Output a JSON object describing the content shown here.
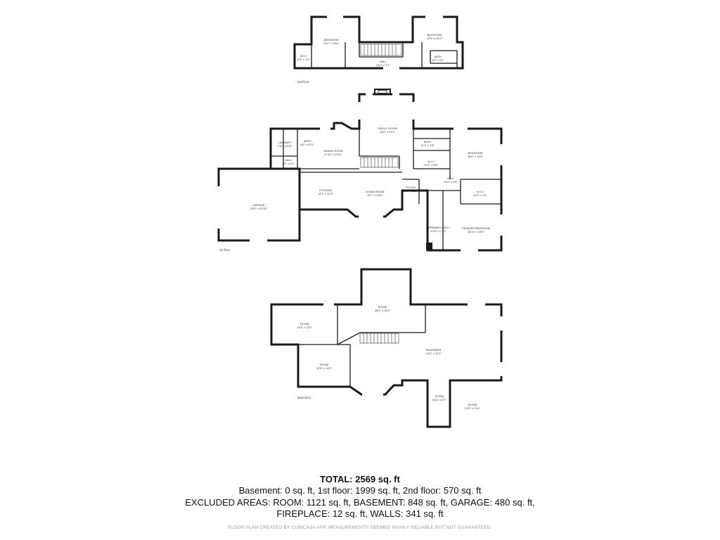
{
  "floors": {
    "second": {
      "label": "2nd floor",
      "rooms": {
        "bedroom_a": {
          "name": "BEDROOM",
          "dims": "13'2\" x 15'8\""
        },
        "bedroom_b": {
          "name": "BEDROOM",
          "dims": "12'6\" x 10'2\""
        },
        "wic": {
          "name": "W.I.C",
          "dims": "6'3\" x 7'0\""
        },
        "hall": {
          "name": "HALL",
          "dims": "24'0\" x 7'1\""
        },
        "bath": {
          "name": "BATH",
          "dims": "6'9\" x 5'2\""
        }
      }
    },
    "first": {
      "label": "1st floor",
      "rooms": {
        "family": {
          "name": "FAMILY ROOM",
          "dims": "16'0\" x 21'9\""
        },
        "laundry": {
          "name": "LAUNDRY",
          "dims": "7'10\" x 6'11\""
        },
        "bath1": {
          "name": "BATH",
          "dims": "4'0\" x 5'11\""
        },
        "dining": {
          "name": "DINING ROOM",
          "dims": "17'10\" x 13'11\""
        },
        "hall1": {
          "name": "HALL",
          "dims": "3'2\" x 4'2\""
        },
        "bath2": {
          "name": "BATH",
          "dims": "12'1\" x 4'8\""
        },
        "wic1": {
          "name": "W.I.C",
          "dims": "10'1\" x 5'5\""
        },
        "bedroom": {
          "name": "BEDROOM",
          "dims": "15'5\" x 14'8\""
        },
        "garage": {
          "name": "GARAGE",
          "dims": "23'0\" x 20'10\""
        },
        "kitchen": {
          "name": "KITCHEN",
          "dims": "15'4\" x 12'3\""
        },
        "living": {
          "name": "LIVING ROOM",
          "dims": "15'1\" x 14'8\""
        },
        "foyer": {
          "name": "FOYER",
          "dims": "5'8\" x 11'3\""
        },
        "hall2": {
          "name": "HALL",
          "dims": "11'0\" x 3'9\""
        },
        "wic2": {
          "name": "W.I.C",
          "dims": "11'0\" x 7'0\""
        },
        "primary_bath": {
          "name": "PRIMARY BATH",
          "dims": "6'10\" x 17'0\""
        },
        "primary_bedroom": {
          "name": "PRIMARY BEDROOM",
          "dims": "15'11\" x 14'0\""
        }
      }
    },
    "basement": {
      "label": "Basement",
      "rooms": {
        "room_top": {
          "name": "ROOM",
          "dims": "26'1\" x 16'2\""
        },
        "room_left": {
          "name": "ROOM",
          "dims": "19'8\" x 11'0\""
        },
        "basement": {
          "name": "BASEMENT",
          "dims": "44'4\" x 22'1\""
        },
        "room_mid": {
          "name": "ROOM",
          "dims": "10'6\" x 12'2\""
        },
        "room_small": {
          "name": "ROOM",
          "dims": "8'10\" x 5'7\""
        },
        "room_br": {
          "name": "ROOM",
          "dims": "21'5\" x 13'4\""
        }
      }
    }
  },
  "summary": {
    "total": "TOTAL: 2569 sq. ft",
    "line1": "Basement: 0 sq. ft, 1st floor: 1999 sq. ft, 2nd floor: 570 sq. ft",
    "line2": "EXCLUDED AREAS: ROOM: 1121 sq. ft, BASEMENT: 848 sq. ft, GARAGE: 480 sq. ft,",
    "line3": "FIREPLACE: 12 sq. ft, WALLS: 341 sq. ft",
    "footer": "FLOOR PLAN CREATED BY CUBICASA APP. MEASUREMENTS DEEMED HIGHLY RELIABLE BUT NOT GUARANTEED."
  }
}
